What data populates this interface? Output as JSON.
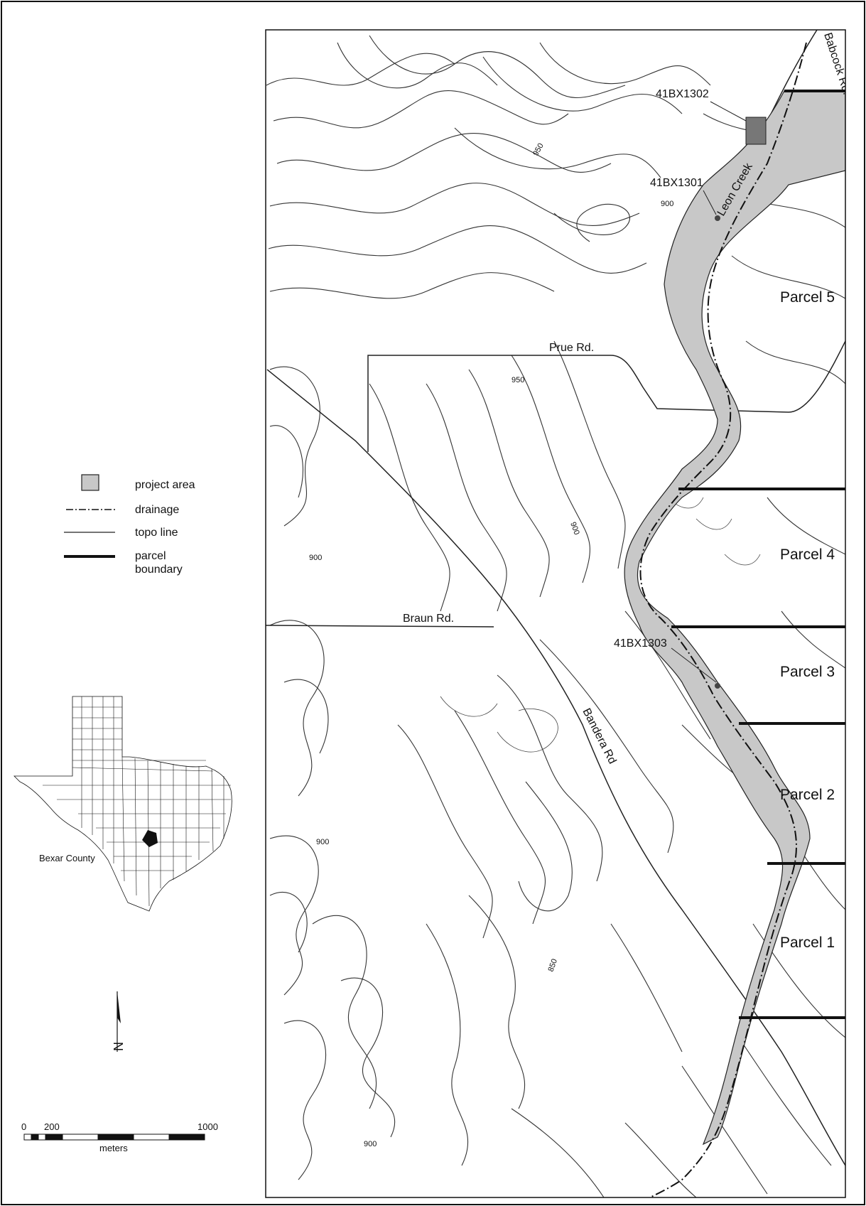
{
  "legend": {
    "project_area": "project area",
    "drainage": "drainage",
    "topo_line": "topo line",
    "parcel_boundary_line1": "parcel",
    "parcel_boundary_line2": "boundary",
    "project_fill_color": "#c8c8c8"
  },
  "locator": {
    "county_label": "Bexar County"
  },
  "scale": {
    "tick_0": "0",
    "tick_200": "200",
    "tick_1000": "1000",
    "unit": "meters"
  },
  "north_label": "N",
  "sites": {
    "a": "41BX1302",
    "b": "41BX1301",
    "c": "41BX1303"
  },
  "roads": {
    "babcock": "Babcock Rd.",
    "prue": "Prue Rd.",
    "braun": "Braun Rd.",
    "bandera": "Bandera Rd"
  },
  "creek": "Leon Creek",
  "parcels": {
    "p5": "Parcel 5",
    "p4": "Parcel 4",
    "p3": "Parcel 3",
    "p2": "Parcel 2",
    "p1": "Parcel 1"
  },
  "contours": {
    "c950a": "950",
    "c950b": "950",
    "c900a": "900",
    "c900b": "900",
    "c900c": "900",
    "c900d": "900",
    "c850": "850",
    "c900e": "900"
  }
}
